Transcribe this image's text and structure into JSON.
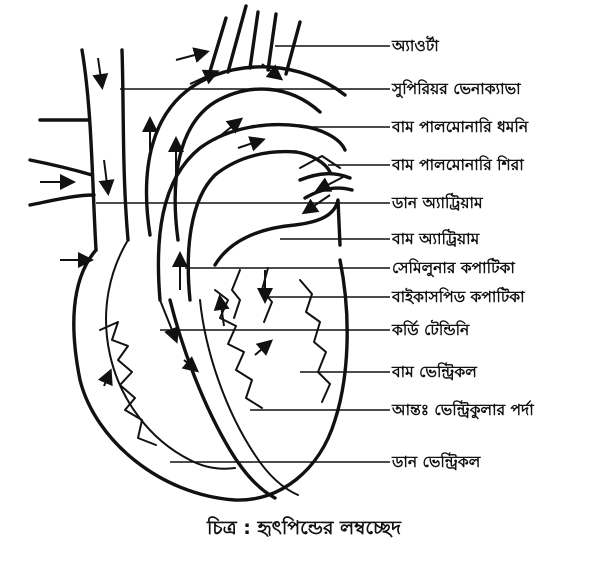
{
  "labels": [
    {
      "id": "aorta",
      "text": "অ্যাওর্টা"
    },
    {
      "id": "superior-vena-cava",
      "text": "সুপিরিয়র ভেনাক্যাভা"
    },
    {
      "id": "left-pulmonary-artery",
      "text": "বাম পালমোনারি ধমনি"
    },
    {
      "id": "left-pulmonary-vein",
      "text": "বাম পালমোনারি শিরা"
    },
    {
      "id": "right-atrium",
      "text": "ডান অ্যাট্রিয়াম"
    },
    {
      "id": "left-atrium",
      "text": "বাম অ্যাট্রিয়াম"
    },
    {
      "id": "semilunar-valve",
      "text": "সেমিলুনার কপাটিকা"
    },
    {
      "id": "bicuspid-valve",
      "text": "বাইকাসপিড কপাটিকা"
    },
    {
      "id": "chordae-tendineae",
      "text": "কর্ডি টেন্ডিনি"
    },
    {
      "id": "left-ventricle",
      "text": "বাম ভেন্ট্রিকল"
    },
    {
      "id": "interventricular-septum",
      "text": "আন্তঃ ভেন্ট্রিকুলার পর্দা"
    },
    {
      "id": "right-ventricle",
      "text": "ডান ভেন্ট্রিকল"
    }
  ],
  "caption": "চিত্র : হৃৎপিন্ডের লম্বচ্ছেদ"
}
